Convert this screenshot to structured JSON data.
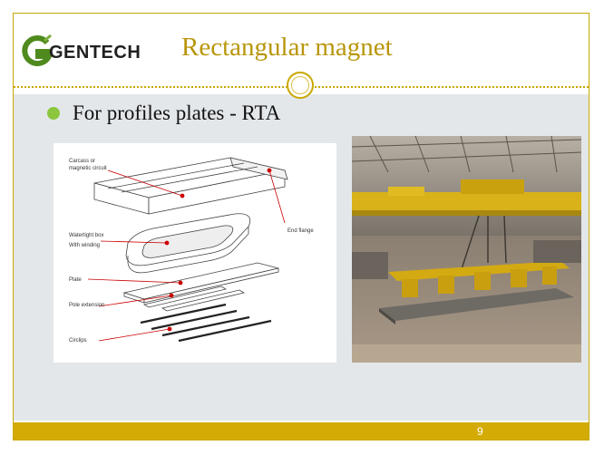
{
  "logo": {
    "text": "GENTECH",
    "icon": "gentech-g-icon"
  },
  "title": "Rectangular magnet",
  "bullet": {
    "text": "For profiles plates - RTA",
    "color": "#8cc63f"
  },
  "diagram": {
    "labels": {
      "carcass_1": "Carcass or",
      "carcass_2": "magnetic circuit",
      "end_flange": "End flange",
      "watertight_1": "Watertight box",
      "watertight_2": "With winding",
      "plate": "Plate",
      "pole_extension": "Pole extension",
      "circlips": "Circlips"
    }
  },
  "photo": {
    "subject": "overhead crane lifting plates with rectangular magnets"
  },
  "footer": {
    "page": "9"
  },
  "colors": {
    "accent": "#c9a800",
    "title": "#b8960a",
    "footer": "#d4ab05",
    "content_bg": "#e3e7ea"
  }
}
